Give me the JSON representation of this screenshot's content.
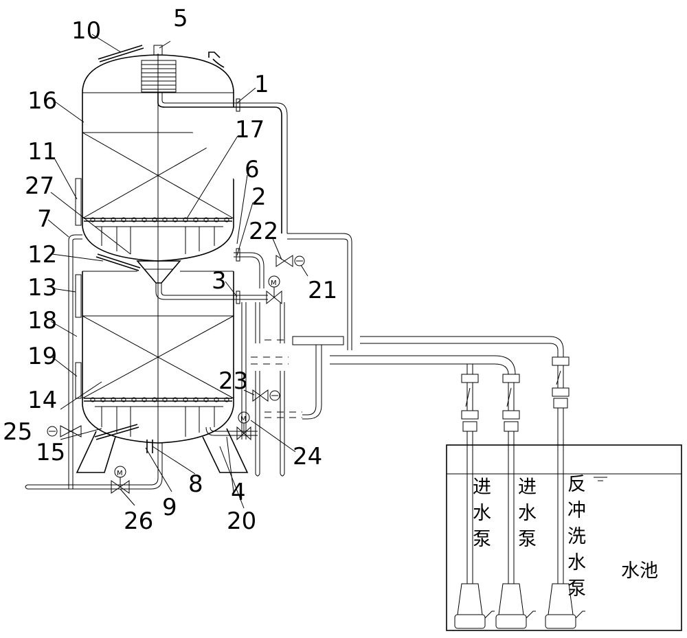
{
  "part_labels": {
    "l1": "1",
    "l2": "2",
    "l3": "3",
    "l4": "4",
    "l5": "5",
    "l6": "6",
    "l7": "7",
    "l8": "8",
    "l9": "9",
    "l10": "10",
    "l11": "11",
    "l12": "12",
    "l13": "13",
    "l14": "14",
    "l15": "15",
    "l16": "16",
    "l17": "17",
    "l18": "18",
    "l19": "19",
    "l20": "20",
    "l21": "21",
    "l22": "22",
    "l23": "23",
    "l24": "24",
    "l25": "25",
    "l26": "26",
    "l27": "27"
  },
  "motor_symbol": "M",
  "pumps": {
    "inlet_pump_1": [
      "进",
      "水",
      "泵"
    ],
    "inlet_pump_2": [
      "进",
      "水",
      "泵"
    ],
    "backwash_pump": [
      "反",
      "冲",
      "洗",
      "水",
      "泵"
    ]
  },
  "tank_label": "水池"
}
